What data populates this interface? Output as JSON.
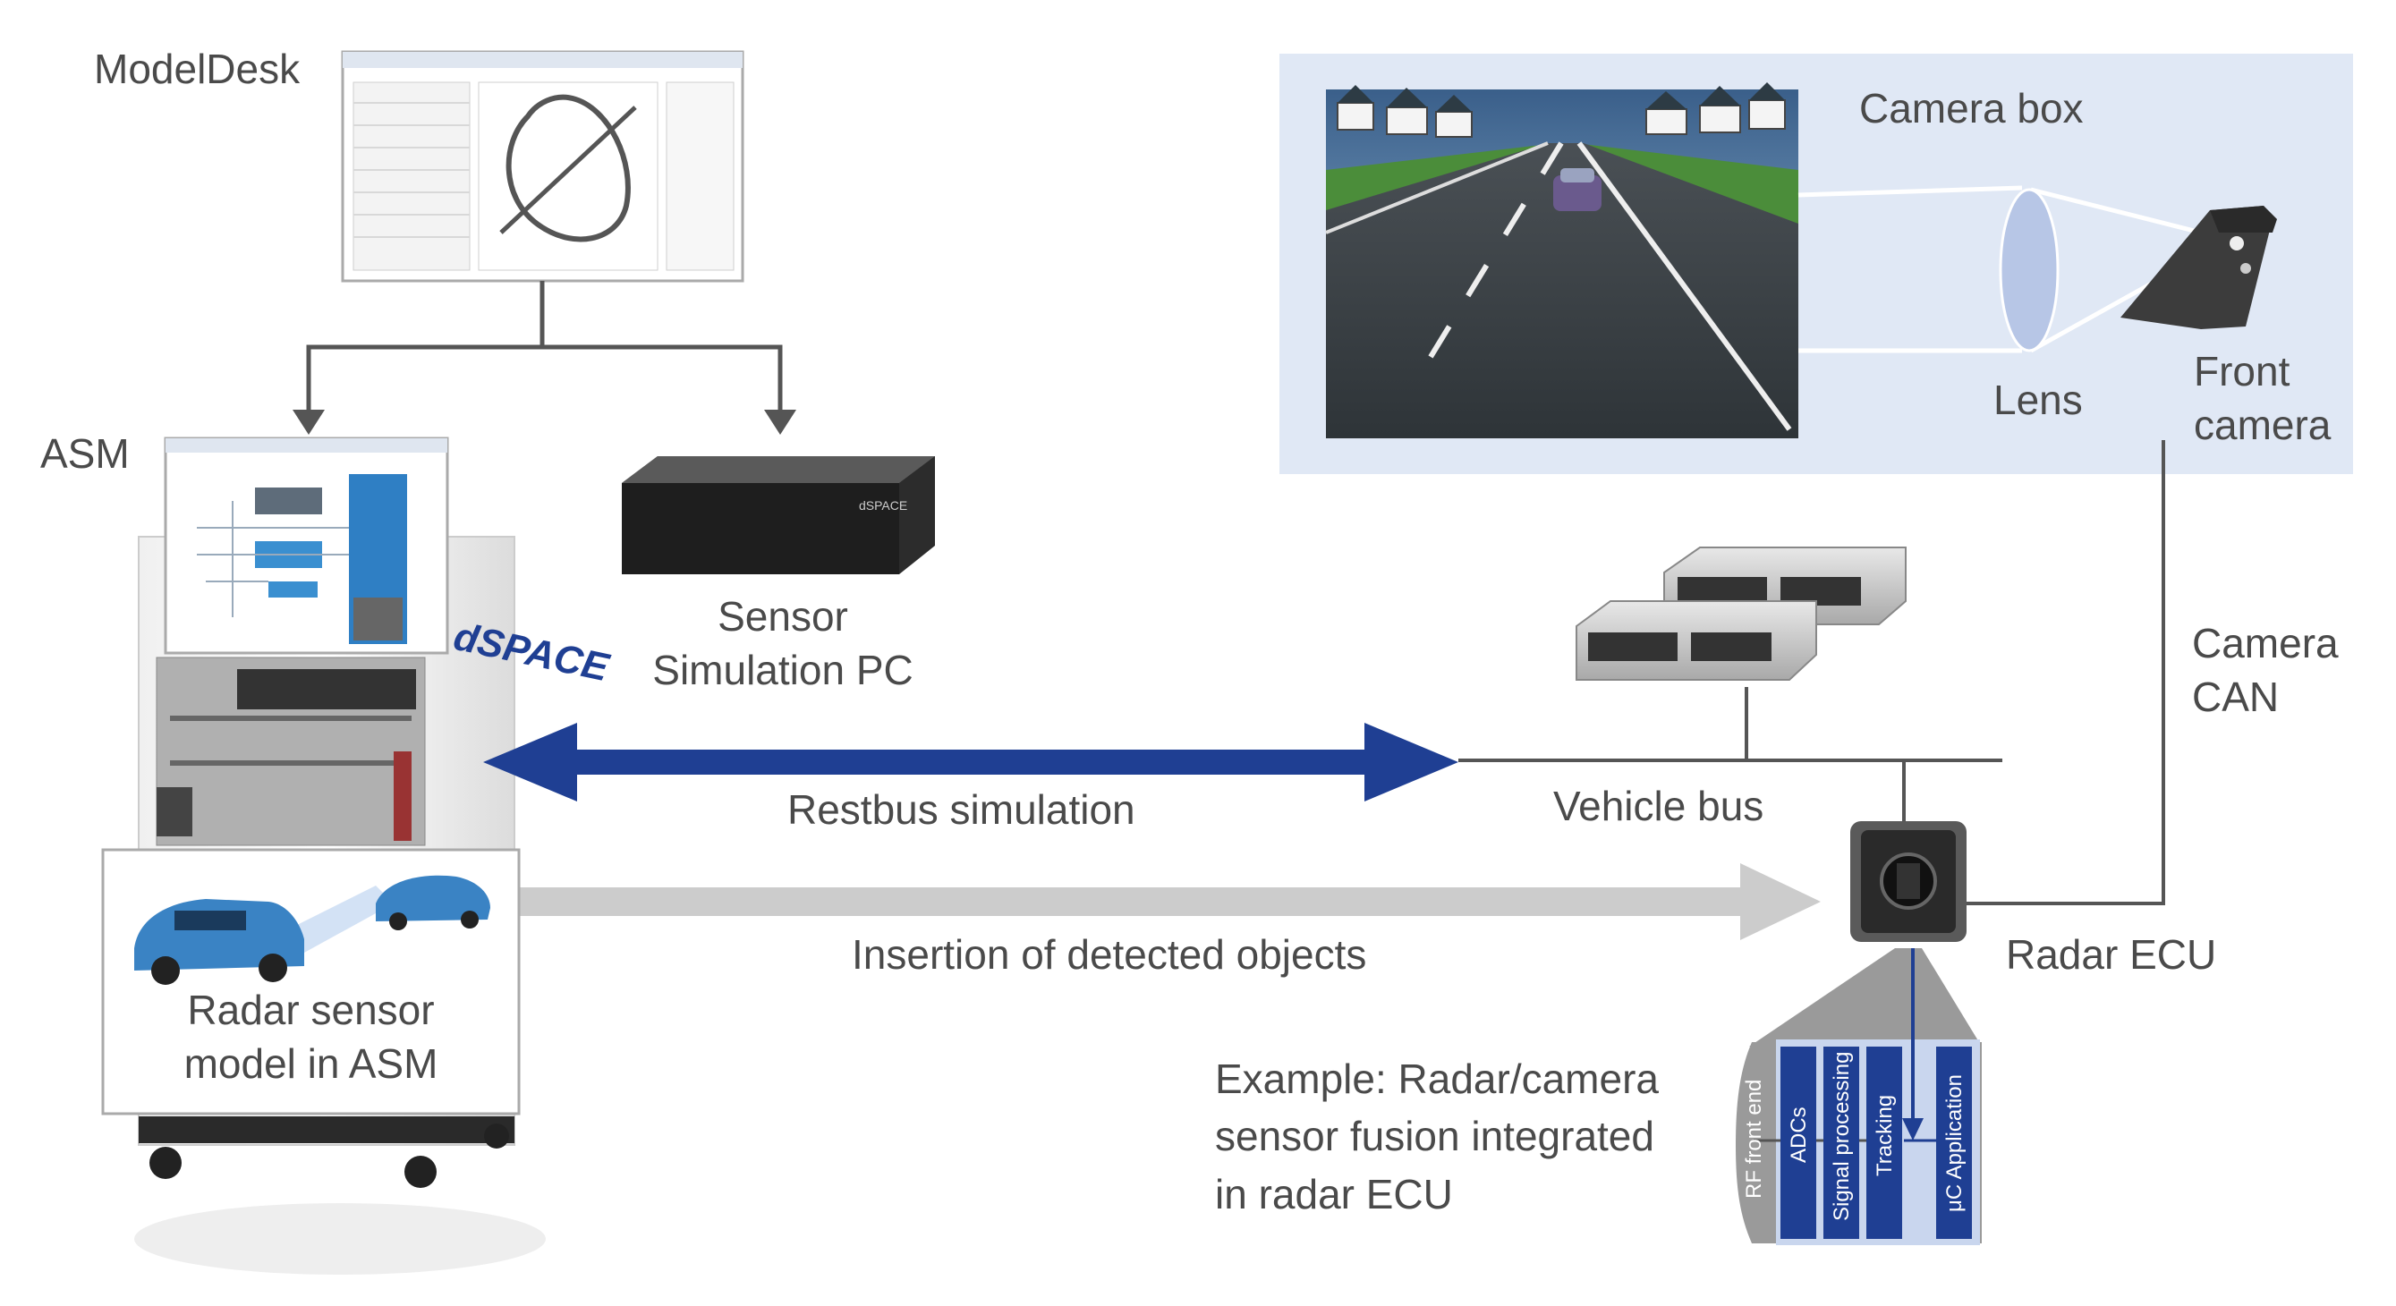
{
  "colors": {
    "arrow_blue": "#1f3f93",
    "arrow_grey": "#cccccc",
    "connector": "#555555",
    "camera_box_bg": "#e0e8f5",
    "lens": "#b7c6e6",
    "ecu_block": "#1f3f93"
  },
  "labels": {
    "modeldesk": "ModelDesk",
    "asm": "ASM",
    "sensor_pc_line1": "Sensor",
    "sensor_pc_line2": "Simulation PC",
    "camera_box": "Camera box",
    "lens": "Lens",
    "front_camera_line1": "Front",
    "front_camera_line2": "camera",
    "camera_can_line1": "Camera",
    "camera_can_line2": "CAN",
    "restbus": "Restbus simulation",
    "vehicle_bus": "Vehicle bus",
    "insertion": "Insertion of detected objects",
    "radar_ecu": "Radar ECU",
    "radar_model_line1": "Radar sensor",
    "radar_model_line2": "model in ASM",
    "example_line1": "Example: Radar/camera",
    "example_line2": "sensor fusion integrated",
    "example_line3": "in radar ECU",
    "brand": "dSPACE",
    "pc_brand": "dSPACE"
  },
  "ecu_blocks": [
    "RF front end",
    "ADCs",
    "Signal processing",
    "Tracking",
    "μC Application"
  ],
  "icons": {
    "modeldesk_screen": "software-window-icon",
    "asm_screen": "software-window-icon",
    "hil_rack": "hil-simulator-icon",
    "sensor_pc": "pc-box-icon",
    "ecus": "ecu-housing-icon",
    "radar": "radar-sensor-icon",
    "front_camera": "camera-icon",
    "cars": "car-icon"
  }
}
